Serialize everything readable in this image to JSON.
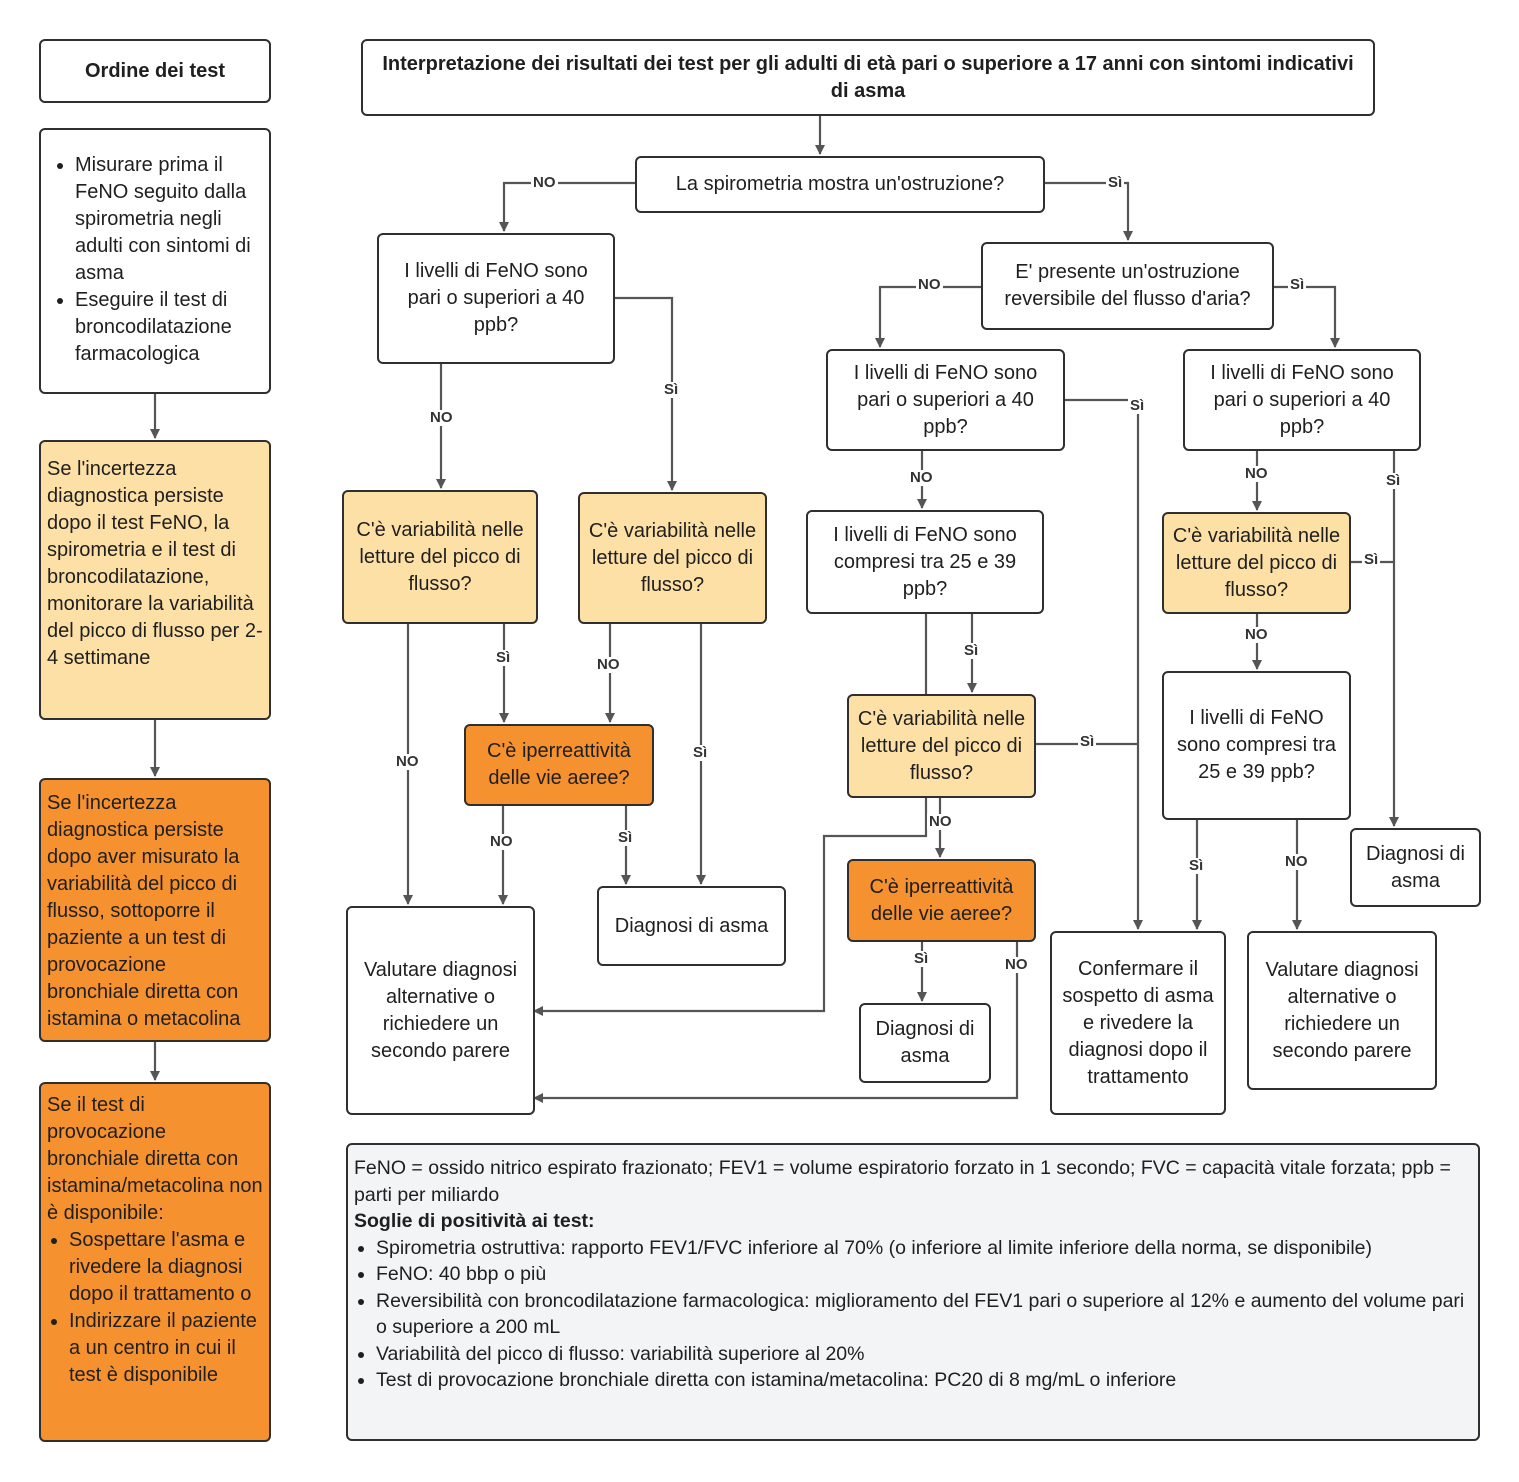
{
  "left_column": {
    "order_title": "Ordine dei test",
    "step1_items": [
      "Misurare prima il FeNO seguito dalla spirometria negli adulti con sintomi di asma",
      "Eseguire il test di broncodilatazione farmacologica"
    ],
    "step2": "Se l'incertezza diagnostica persiste dopo il test FeNO, la spirometria e il test di broncodilatazione, monitorare la variabilità del picco di flusso per 2-4 settimane",
    "step3": "Se l'incertezza diagnostica persiste dopo aver misurato la variabilità del picco di flusso, sottoporre il paziente a un test di provocazione bronchiale diretta con istamina o metacolina",
    "step4_intro": "Se il test di provocazione bronchiale diretta con istamina/metacolina non è disponibile:",
    "step4_items": [
      "Sospettare l'asma e rivedere la diagnosi dopo il trattamento o",
      "Indirizzare il paziente a un centro in cui il test è disponibile"
    ]
  },
  "flowchart": {
    "title": "Interpretazione dei risultati dei test per gli adulti di età pari o superiore a 17 anni con sintomi indicativi di asma",
    "q_spirometry": "La spirometria mostra un'ostruzione?",
    "q_feno40": "I livelli di FeNO sono pari o superiori a 40 ppb?",
    "q_reversible": "E' presente un'ostruzione reversibile del flusso d'aria?",
    "q_feno_25_39_a": "I livelli di FeNO sono compresi tra 25 e 39 ppb?",
    "q_feno_25_39_b": "I livelli di FeNO sono compresi tra 25 e 39 ppb?",
    "q_peak_flow": "C'è variabilità nelle letture del picco di flusso?",
    "q_hyper": "C'è iperreattività delle vie aeree?",
    "out_diagnosis": "Diagnosi di asma",
    "out_alternative": "Valutare diagnosi alternative o richiedere un secondo parere",
    "out_confirm": "Confermare il sospetto di asma e rivedere la diagnosi dopo il trattamento",
    "label_no": "NO",
    "label_yes": "Sì"
  },
  "legend": {
    "abbrev": "FeNO = ossido nitrico espirato frazionato; FEV1 = volume espiratorio forzato in 1 secondo; FVC = capacità vitale forzata; ppb = parti per miliardo",
    "heading": "Soglie di  positività ai test:",
    "items": [
      "Spirometria ostruttiva: rapporto FEV1/FVC inferiore al 70% (o inferiore al limite inferiore della norma, se disponibile)",
      "FeNO: 40 bbp o più",
      "Reversibilità con broncodilatazione farmacologica: miglioramento del FEV1 pari o superiore al 12% e aumento del volume pari o superiore a 200 mL",
      "Variabilità del picco di flusso: variabilità superiore al 20%",
      "Test di provocazione bronchiale diretta con istamina/metacolina: PC20 di 8 mg/mL o inferiore"
    ]
  },
  "colors": {
    "light_orange": "#fde0a6",
    "orange": "#f6912f",
    "line": "#555555",
    "legend_bg": "#f3f4f5"
  }
}
